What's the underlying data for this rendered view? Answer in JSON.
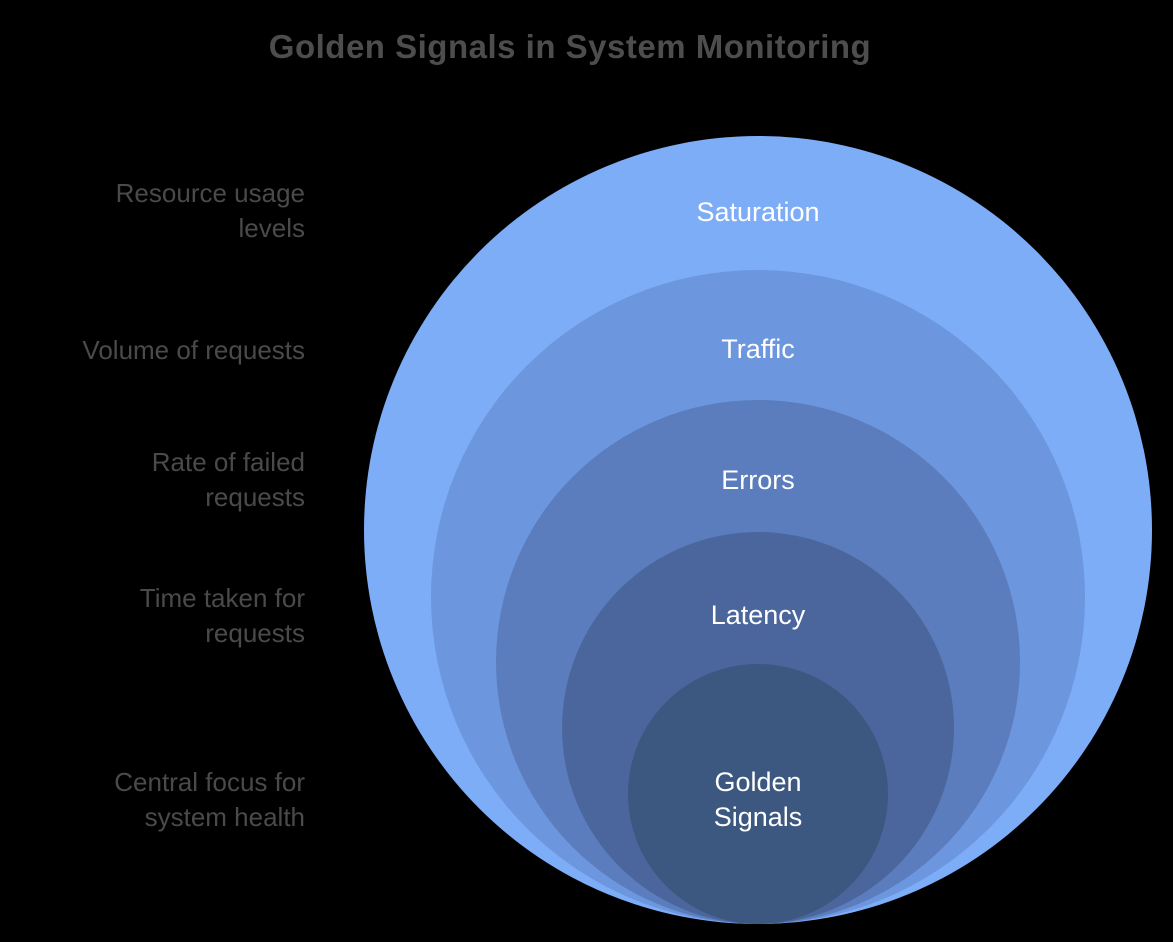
{
  "title": "Golden Signals in System Monitoring",
  "colors": {
    "background": "#000000",
    "title_text": "#4d4d4d",
    "side_label_text": "#4a4a4a",
    "ring_label_text": "#ffffff"
  },
  "diagram": {
    "type": "nested-circles",
    "rings": [
      {
        "label": "Saturation",
        "description": "Resource usage\nlevels",
        "color": "#7dadf7",
        "radius": 394
      },
      {
        "label": "Traffic",
        "description": "Volume of requests",
        "color": "#6c96de",
        "radius": 327
      },
      {
        "label": "Errors",
        "description": "Rate of failed\nrequests",
        "color": "#5b7dbd",
        "radius": 262
      },
      {
        "label": "Latency",
        "description": "Time taken for\nrequests",
        "color": "#4b669c",
        "radius": 196
      },
      {
        "label": "Golden\nSignals",
        "description": "Central focus for\nsystem health",
        "color": "#3c5780",
        "radius": 130
      }
    ]
  }
}
